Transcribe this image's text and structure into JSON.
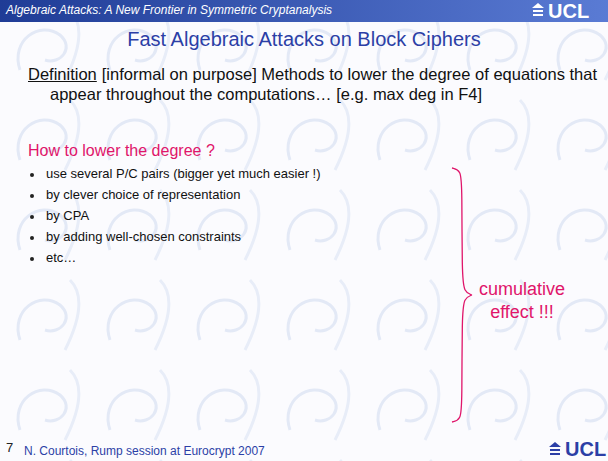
{
  "diagram": {
    "title": "Fast Algebraic Attacks on Block Ciphers",
    "nodes": [
      {
        "text": [
          "Algebraic Attacks: A New Frontier in Symmetric Cryptanalysis",
          "UCL"
        ]
      }
    ],
    "labels": [
      "Definition",
      "[informal on purpose] Methods to lower the degree of equations that appear throughout the computations… [e.g. max deg in F4]",
      "How to lower the degree ?",
      "use several P/C pairs (bigger yet much easier !)",
      "by clever choice of representation",
      "by CPA",
      "by adding well-chosen constraints",
      "etc…",
      "cumulative effect !!!",
      "7",
      "N. Courtois, Rump session at Eurocrypt 2007",
      "UCL"
    ]
  }
}
